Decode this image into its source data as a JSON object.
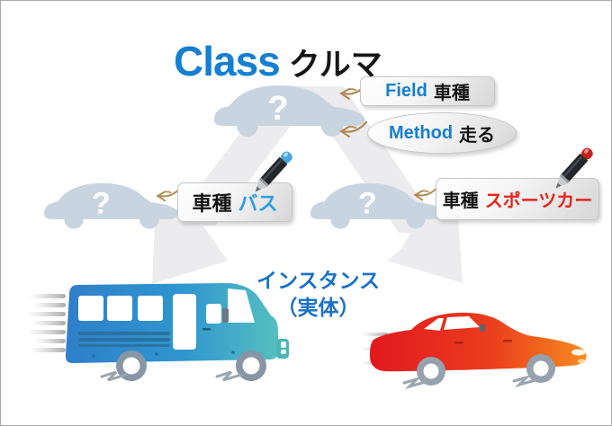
{
  "title": {
    "keyword": "Class",
    "name": "クルマ"
  },
  "class_car": {
    "placeholder": "?"
  },
  "tags": {
    "field": {
      "keyword": "Field",
      "value": "車種"
    },
    "method": {
      "keyword": "Method",
      "value": "走る"
    }
  },
  "instances": {
    "bus": {
      "placeholder": "?",
      "field_label": "車種",
      "value": "バス"
    },
    "sports_car": {
      "placeholder": "?",
      "field_label": "車種",
      "value": "スポーツカー"
    }
  },
  "caption": {
    "line1": "インスタンス",
    "line2": "（実体）"
  },
  "colors": {
    "keyword_blue": "#157fd2",
    "bus_value_blue": "#2b9de4",
    "sports_value_red": "#e8231c",
    "caption_blue": "#1a72c5",
    "silhouette_gray_blue": "#c9d4e1",
    "background_arrow_gray": "#ececee",
    "annotation_arrow_tan": "#b08a52",
    "pencil_cap_blue": "#4aa3dc",
    "pencil_cap_red": "#c8201c",
    "bus_body_blue": "#2f7fc9",
    "bus_front_teal": "#55bfc0",
    "car_body_red": "#e2191f",
    "car_front_orange": "#f68b1f"
  }
}
